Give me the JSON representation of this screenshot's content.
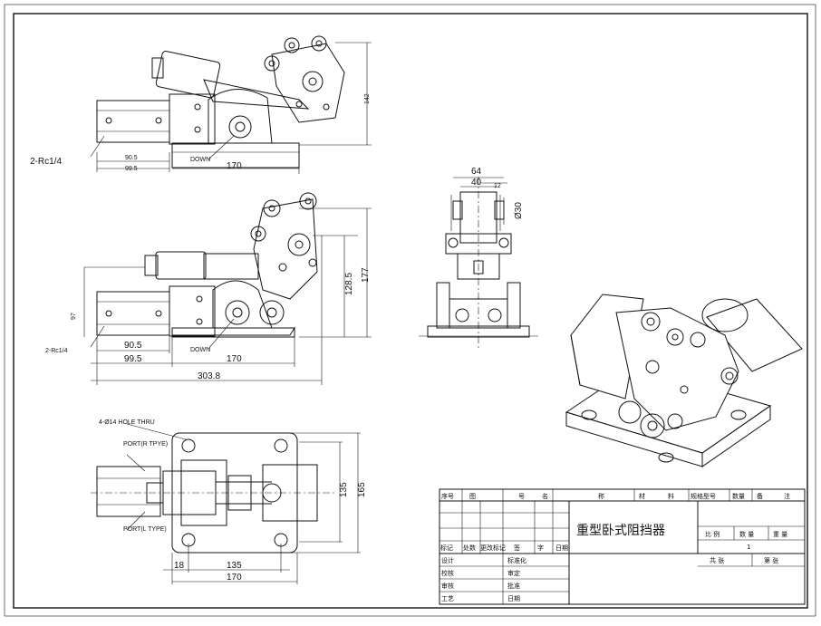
{
  "top_view": {
    "port_label": "2-Rc1/4",
    "dim_90_5": "90.5",
    "dim_99_5": "99.5",
    "down_label": "DOWN",
    "dim_170": "170",
    "dim_142": "142"
  },
  "side_view": {
    "port_label": "2-Rc1/4",
    "dim_97": "97",
    "dim_90_5": "90.5",
    "dim_99_5": "99.5",
    "down_label": "DOWN",
    "dim_170": "170",
    "dim_303_8": "303.8",
    "dim_128_5": "128.5",
    "dim_177": "177"
  },
  "end_view": {
    "dim_64": "64",
    "dim_40": "40",
    "dim_12": "12",
    "dim_dia30": "Ø30"
  },
  "plan_view": {
    "hole_label": "4-Ø14 HOLE THRU",
    "port_r": "PORT(R TPYE)",
    "port_l": "PORT(L TYPE)",
    "dim_135_v": "135",
    "dim_165": "165",
    "dim_18": "18",
    "dim_135_h": "135",
    "dim_170": "170"
  },
  "title_block": {
    "header": [
      "序号",
      "图",
      "号",
      "名",
      "称",
      "材",
      "料",
      "规格型号",
      "数量",
      "备",
      "注"
    ],
    "title": "重型卧式阻挡器",
    "scale_row": [
      "比 例",
      "数 量",
      "重 量"
    ],
    "qty_value": "1",
    "sheet_row": [
      "共 张",
      "第 张"
    ],
    "rev_row": [
      "标记",
      "处数",
      "更改标记",
      "签",
      "字",
      "日期"
    ],
    "sign_rows": [
      [
        "设计",
        "标准化"
      ],
      [
        "校核",
        "审定"
      ],
      [
        "审核",
        "批准"
      ],
      [
        "工艺",
        "日期"
      ]
    ]
  }
}
